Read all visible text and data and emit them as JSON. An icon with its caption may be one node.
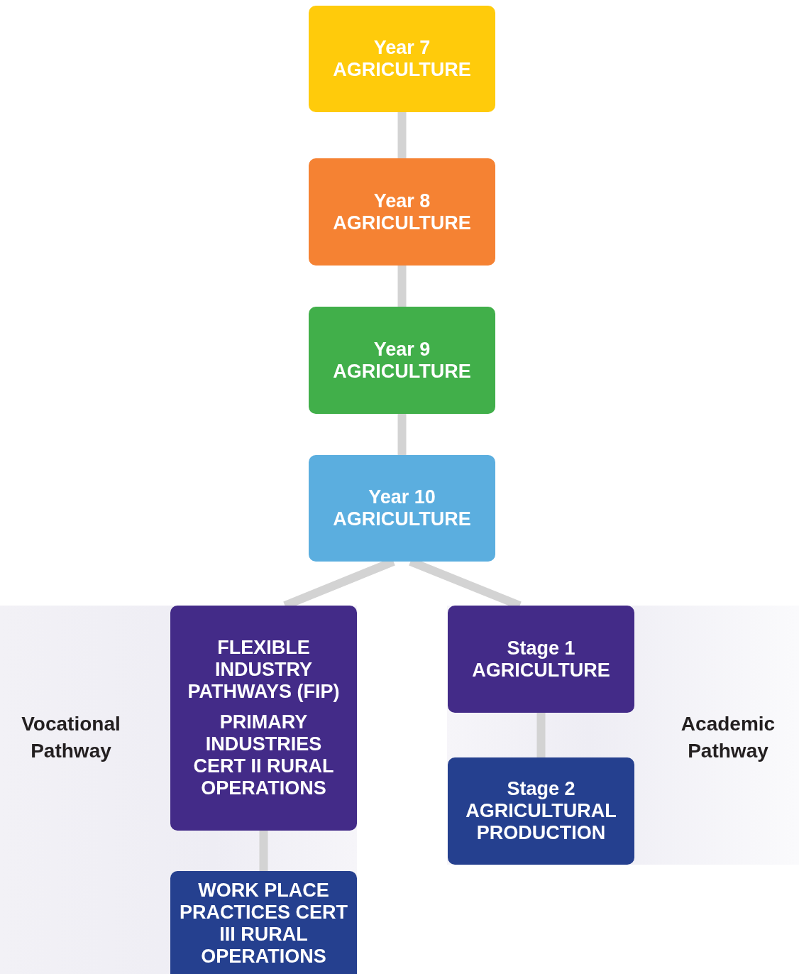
{
  "diagram": {
    "nodes": [
      {
        "text": [
          "Year 7",
          "AGRICULTURE"
        ]
      },
      {
        "text": [
          "Year 8",
          "AGRICULTURE"
        ]
      },
      {
        "text": [
          "Year 9",
          "AGRICULTURE"
        ]
      },
      {
        "text": [
          "Year 10",
          "AGRICULTURE"
        ]
      },
      {
        "text": [
          "Vocational Pathway"
        ]
      },
      {
        "text": [
          "FLEXIBLE INDUSTRY PATHWAYS (FIP)",
          "PRIMARY INDUSTRIES CERT II RURAL OPERATIONS"
        ],
        "in": 4
      },
      {
        "text": [
          "WORK PLACE PRACTICES CERT III RURAL OPERATIONS"
        ],
        "in": 4
      },
      {
        "text": [
          "Academic Pathway"
        ]
      },
      {
        "text": [
          "Stage 1",
          "AGRICULTURE"
        ],
        "in": 7
      },
      {
        "text": [
          "Stage 2",
          "AGRICULTURAL PRODUCTION"
        ],
        "in": 7
      }
    ],
    "edges": [
      {
        "from": 0,
        "to": 1,
        "arrow": "none"
      },
      {
        "from": 1,
        "to": 2,
        "arrow": "none"
      },
      {
        "from": 2,
        "to": 3,
        "arrow": "none"
      },
      {
        "from": 3,
        "to": 5,
        "arrow": "none"
      },
      {
        "from": 3,
        "to": 8,
        "arrow": "none"
      },
      {
        "from": 5,
        "to": 6,
        "arrow": "none"
      },
      {
        "from": 8,
        "to": 9,
        "arrow": "none"
      }
    ]
  }
}
